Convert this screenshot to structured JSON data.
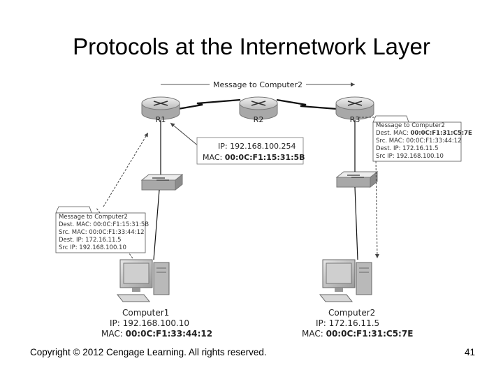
{
  "slide": {
    "title": "Protocols at the Internetwork Layer",
    "copyright": "Copyright © 2012 Cengage Learning. All rights reserved.",
    "page_number": "41"
  },
  "diagram": {
    "top_message": "Message to Computer2",
    "routers": [
      {
        "label": "R1"
      },
      {
        "label": "R2"
      },
      {
        "label": "R3"
      }
    ],
    "r1_interface": {
      "ip": "IP: 192.168.100.254",
      "mac_prefix": "MAC: ",
      "mac_value": "00:0C:F1:15:31:5B"
    },
    "message_box_right": {
      "title": "Message to Computer2",
      "lines": [
        {
          "label": "Dest. MAC: ",
          "value": "00:0C:F1:31:C5:7E"
        },
        {
          "label": "Src. MAC: ",
          "value": "00:0C:F1:33:44:12"
        },
        {
          "label": "Dest. IP: ",
          "value": "172.16.11.5"
        },
        {
          "label": "Src IP: ",
          "value": "192.168.100.10"
        }
      ]
    },
    "message_box_left": {
      "title": "Message to Computer2",
      "lines": [
        {
          "label": "Dest. MAC: ",
          "value": "00:0C:F1:15:31:5B"
        },
        {
          "label": "Src. MAC: ",
          "value": "00:0C:F1:33:44:12"
        },
        {
          "label": "Dest. IP: ",
          "value": "172.16.11.5"
        },
        {
          "label": "Src IP: ",
          "value": "192.168.100.10"
        }
      ]
    },
    "computer1": {
      "name": "Computer1",
      "ip": "IP: 192.168.100.10",
      "mac_prefix": "MAC: ",
      "mac_value": "00:0C:F1:33:44:12"
    },
    "computer2": {
      "name": "Computer2",
      "ip": "IP: 172.16.11.5",
      "mac_prefix": "MAC: ",
      "mac_value": "00:0C:F1:31:C5:7E"
    }
  }
}
